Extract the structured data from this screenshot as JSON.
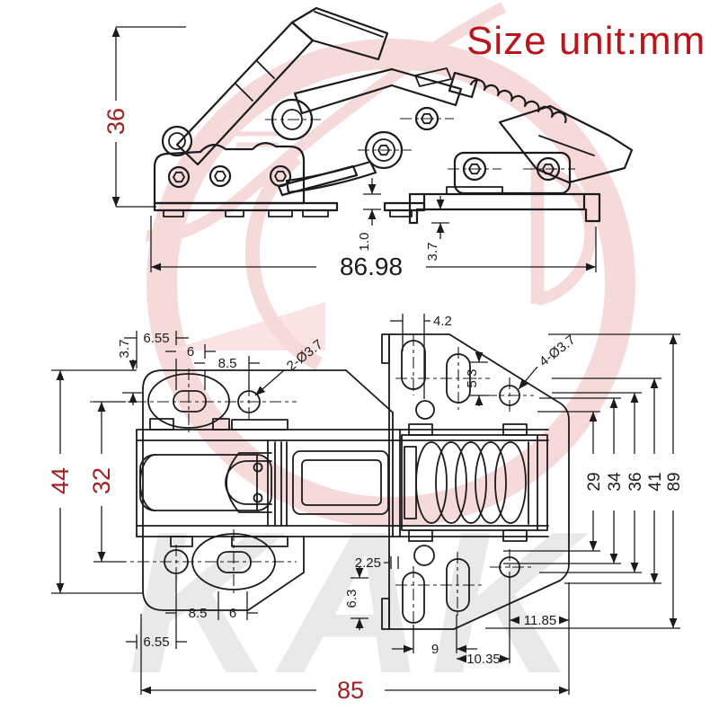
{
  "title": "Size unit:mm",
  "watermark_text": "KAK",
  "colors": {
    "red_title": "#b8161c",
    "red_dim": "#a32022",
    "line": "#1b1b1b",
    "watermark_pink": "#f6dada",
    "watermark_gray": "#e9e9e9"
  },
  "side": {
    "height": "36",
    "width": "86.98",
    "plate_gap": "1.0",
    "lip": "3.7"
  },
  "plan": {
    "top_left": {
      "d655": "6.55",
      "d6": "6",
      "d85": "8.5",
      "d37": "3.7",
      "hole_label": "2-Ø3.7"
    },
    "top_right": {
      "d42": "4.2",
      "d53": "5.3",
      "hole_label": "4-Ø3.7"
    },
    "left": {
      "d44": "44",
      "d32": "32"
    },
    "right_chain": [
      "29",
      "34",
      "36",
      "41",
      "89"
    ],
    "bottom": {
      "d85": "8.5",
      "d6": "6",
      "d655": "6.55",
      "d225": "2.25",
      "d63": "6.3",
      "d9": "9",
      "d1035": "10.35",
      "d1185": "11.85",
      "total": "85"
    }
  }
}
